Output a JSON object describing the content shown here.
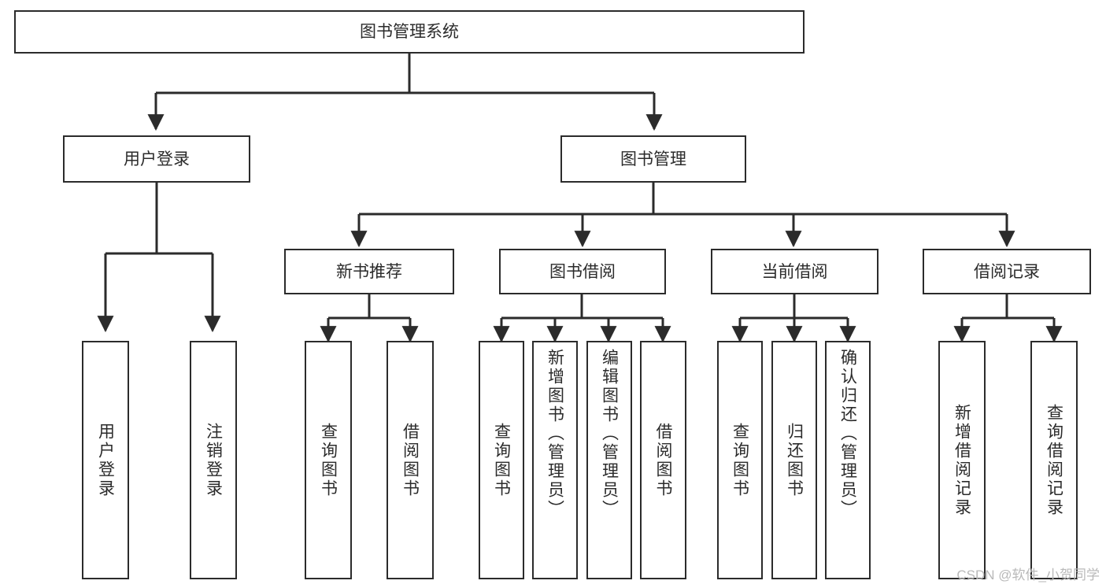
{
  "diagram": {
    "type": "tree-hierarchy-functional-decomposition",
    "title": "图书管理系统",
    "stroke_color": "#2b2b2b",
    "background_color": "#ffffff",
    "root": {
      "label": "图书管理系统"
    },
    "level2": [
      {
        "label": "用户登录"
      },
      {
        "label": "图书管理"
      }
    ],
    "level3": [
      {
        "label": "新书推荐"
      },
      {
        "label": "图书借阅"
      },
      {
        "label": "当前借阅"
      },
      {
        "label": "借阅记录"
      }
    ],
    "leaves": {
      "user_login": [
        {
          "label": "用户登录"
        },
        {
          "label": "注销登录"
        }
      ],
      "new_book_recommend": [
        {
          "label": "查询图书"
        },
        {
          "label": "借阅图书"
        }
      ],
      "book_borrow": [
        {
          "label": "查询图书"
        },
        {
          "label": "新增图书（管理员）"
        },
        {
          "label": "编辑图书（管理员）"
        },
        {
          "label": "借阅图书"
        }
      ],
      "current_borrow": [
        {
          "label": "查询图书"
        },
        {
          "label": "归还图书"
        },
        {
          "label": "确认归还（管理员）"
        }
      ],
      "borrow_record": [
        {
          "label": "新增借阅记录"
        },
        {
          "label": "查询借阅记录"
        }
      ]
    }
  },
  "watermark": {
    "text": "CSDN @软件_小贺同学"
  }
}
